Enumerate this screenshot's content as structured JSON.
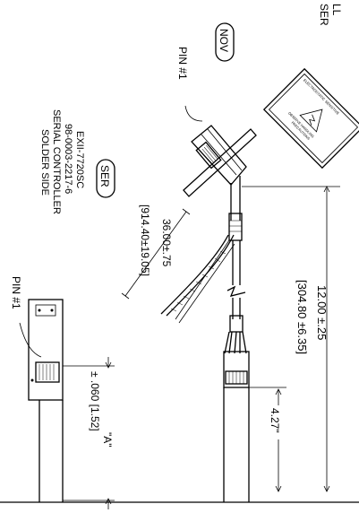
{
  "corner_label_lines": [
    "LL",
    "SER"
  ],
  "nov_label": "NOV",
  "ser_label": "SER",
  "pin_top_label": "PIN #1",
  "pin_bottom_label": "PIN #1",
  "part_block": {
    "line1": "EXII-7720SC",
    "line2": "98-0003-2217-6",
    "line3": "SERIAL CONTROLLER",
    "line4": "SOLDER SIDE"
  },
  "dim_length": {
    "imperial": "12.00 ±.25",
    "metric": "[304.80 ±6.35]"
  },
  "dim_twist": {
    "imperial": "36.00±.75",
    "metric": "[914.40±19.05]"
  },
  "dim_offset": "4.27\"",
  "dim_a": {
    "label": "\"A\"",
    "value": "± .060 [1.52]"
  },
  "esd_warning": {
    "line1": "ELECTROSTATIC SENSITIVE",
    "line2": "OBSERVE HANDLING",
    "line3": "PRECAUTIONS"
  }
}
